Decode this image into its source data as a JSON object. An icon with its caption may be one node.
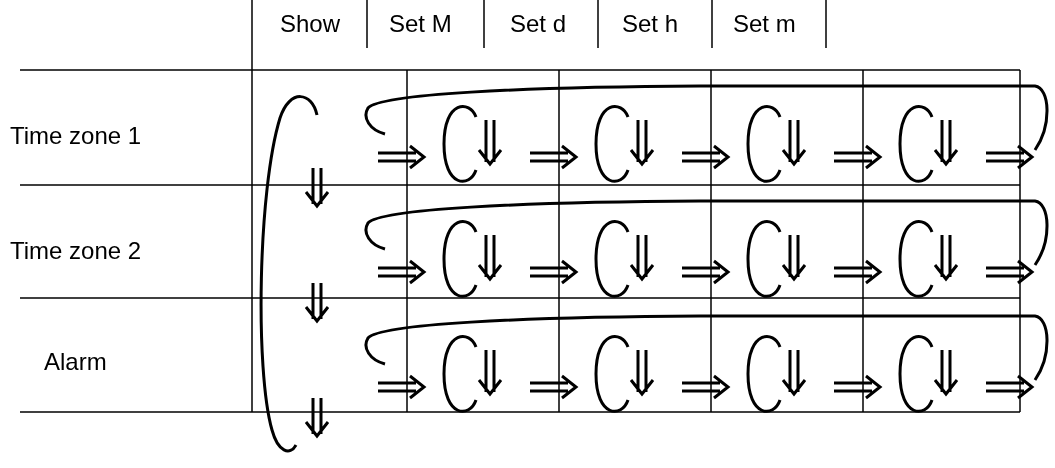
{
  "diagram": {
    "labels": [
      "Show",
      "Set M",
      "Set d",
      "Set h",
      "Set m",
      "Time zone 1",
      "Time zone 2",
      "Alarm"
    ]
  }
}
